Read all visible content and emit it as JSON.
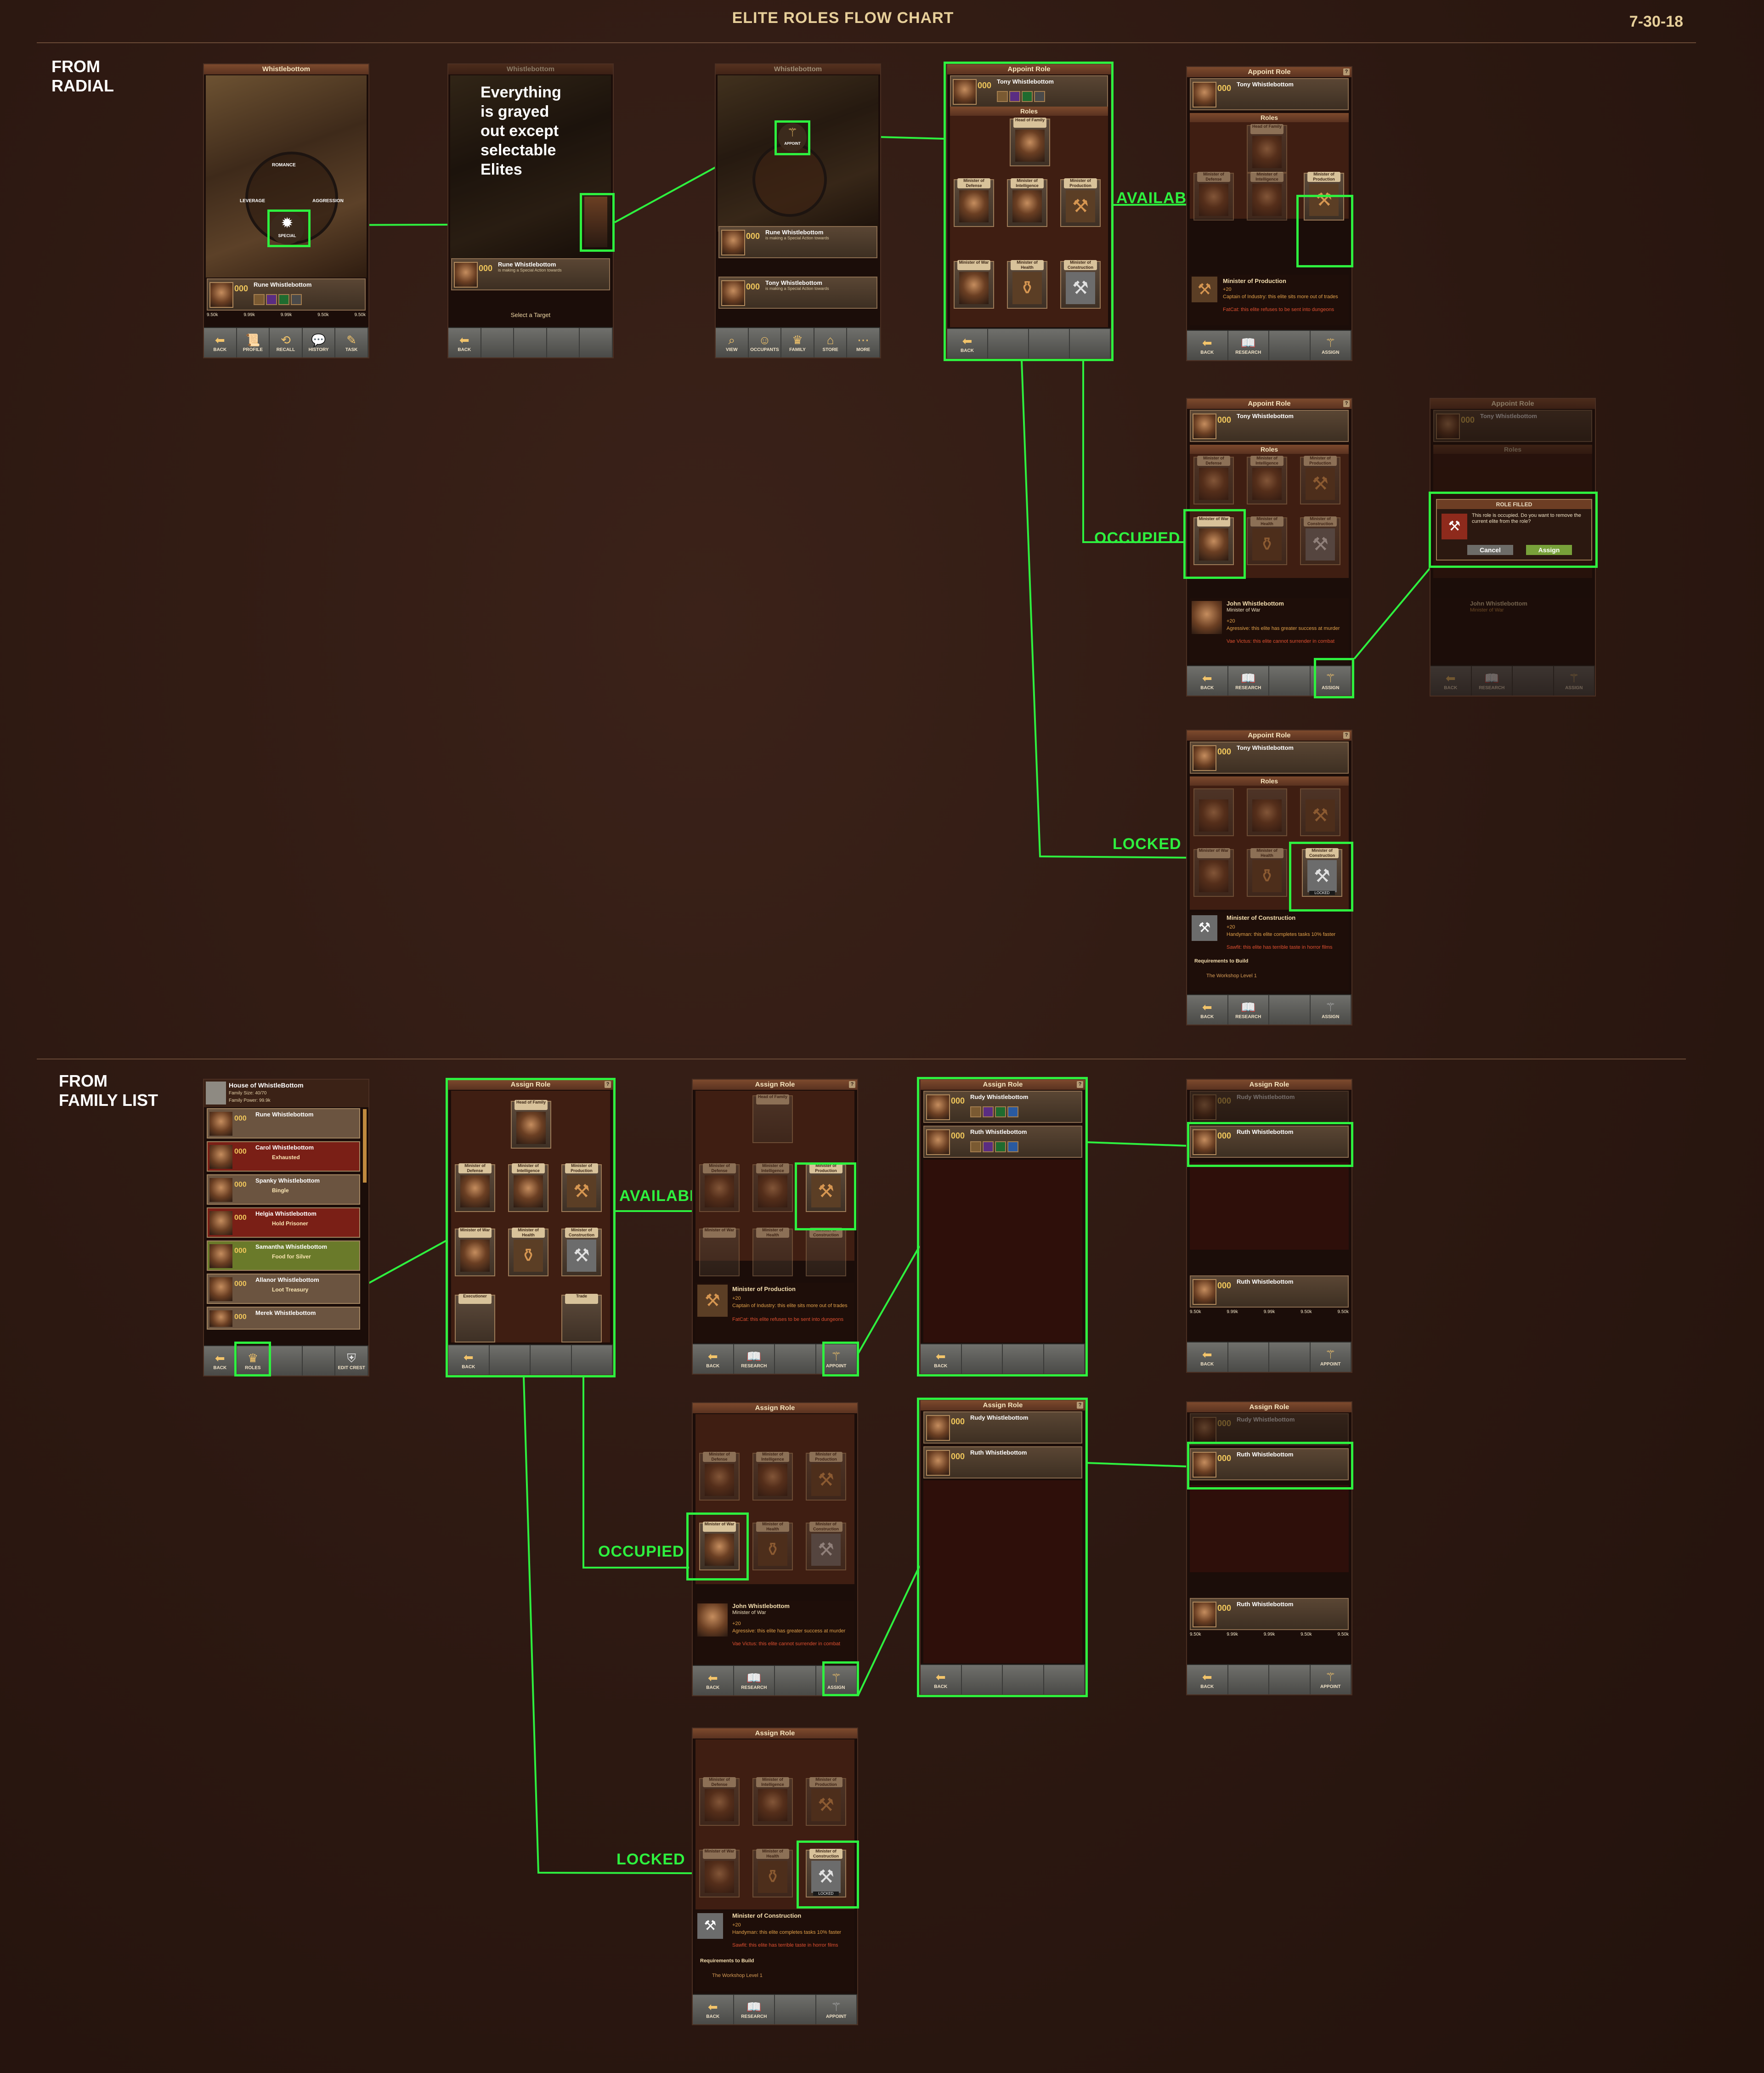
{
  "doc": {
    "title": "ELITE ROLES FLOW CHART",
    "date": "7-30-18"
  },
  "sections": {
    "radial": "FROM\nRADIAL",
    "family": "FROM\nFAMILY LIST"
  },
  "flow_labels": {
    "available": "AVAILABLE",
    "occupied": "OCCUPIED",
    "locked": "LOCKED"
  },
  "note": "Everything\nis grayed\nout except\nselectable\nElites",
  "game": {
    "location": "Whistlebottom",
    "selected_elite": "Rune Whistlebottom",
    "elite_level": "000",
    "special_action_text": "is making a Special Action towards",
    "select_target": "Select a Target",
    "radial_options": [
      "ROMANCE",
      "LEVERAGE",
      "AGGRESSION",
      "SPECIAL"
    ],
    "appoint_option": "APPOINT",
    "stats": [
      "9.50k",
      "9.99k",
      "9.99k",
      "9.50k",
      "9.50k"
    ]
  },
  "screens": {
    "appoint_title": "Appoint Role",
    "assign_title": "Assign Role",
    "roles_title": "Roles",
    "candidate": "Tony Whistlebottom",
    "roles": {
      "head": "Head of Family",
      "defense": "Minister of Defense",
      "intelligence": "Minister of Intelligence",
      "production": "Minister of Production",
      "war": "Minister of War",
      "health": "Minister of Health",
      "construction": "Minister of Construction",
      "executioner": "Executioner",
      "trade": "Trade"
    },
    "locked_tag": "LOCKED",
    "production_desc": {
      "title": "Minister of Production",
      "bonus": "+20",
      "line1": "Captain of Industry: this elite sits more out of trades",
      "line2": "FatCat: this elite refuses to be sent into dungeons"
    },
    "war_desc": {
      "name": "John Whistlebottom",
      "role": "Minister of War",
      "bonus": "+20",
      "line1": "Agressive: this elite has greater success at murder",
      "line2": "Vae Victus: this elite cannot surrender in combat"
    },
    "construction_desc": {
      "title": "Minister of Construction",
      "bonus": "+20",
      "line1": "Handyman: this elite completes tasks 10% faster",
      "line2": "Sawfit: this elite has terrible taste in horror films",
      "req_title": "Requirements to Build",
      "req": "The Workshop Level 1"
    },
    "modal": {
      "title": "ROLE FILLED",
      "text": "This role is occupied. Do you want to remove the current elite from the role?",
      "cancel": "Cancel",
      "assign": "Assign"
    },
    "nav": {
      "back": "BACK",
      "profile": "PROFILE",
      "recall": "RECALL",
      "history": "HISTORY",
      "task": "TASK",
      "research": "RESEARCH",
      "assign": "ASSIGN",
      "appoint": "APPOINT",
      "view": "VIEW",
      "occupants": "OCCUPANTS",
      "family": "FAMILY",
      "store": "STORE",
      "more": "MORE",
      "roles": "ROLES",
      "edit_crest": "EDIT CREST"
    },
    "family_list": {
      "house": "House of WhistleBottom",
      "family_size": "Family Size: 40/70",
      "family_power": "Family Power: 99.9k",
      "members": [
        {
          "name": "Rune Whistlebottom",
          "status": ""
        },
        {
          "name": "Carol Whistlebottom",
          "status": "Exhausted"
        },
        {
          "name": "Spanky Whistlebottom",
          "status": "Bingle"
        },
        {
          "name": "Helgia Whistlebottom",
          "status": "Hold Prisoner"
        },
        {
          "name": "Samantha Whistlebottom",
          "status": "Food for Silver"
        },
        {
          "name": "Allanor Whistlebottom",
          "status": "Loot Treasury"
        },
        {
          "name": "Merek Whistlebottom",
          "status": ""
        }
      ]
    },
    "candidates": [
      "Rudy Whistlebottom",
      "Ruth Whistlebottom"
    ]
  }
}
